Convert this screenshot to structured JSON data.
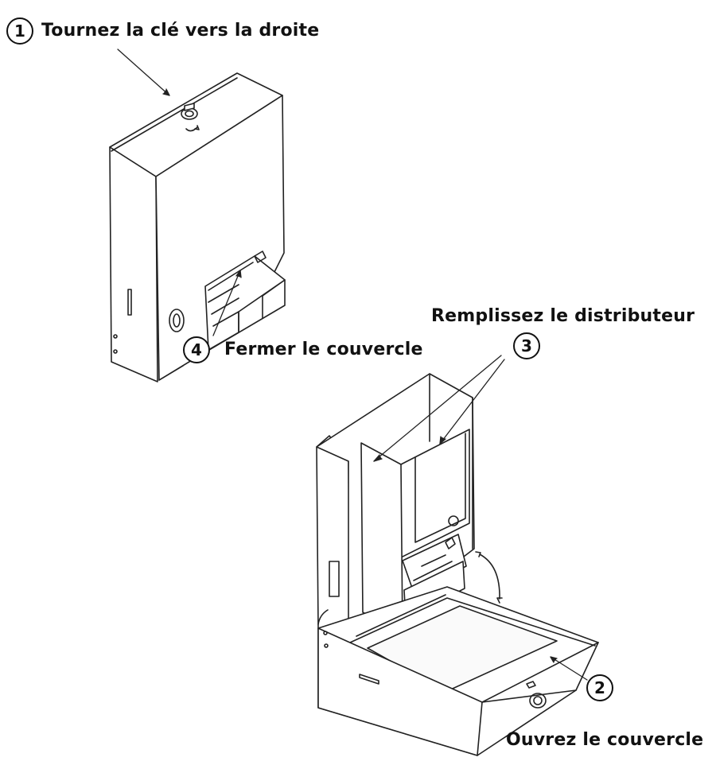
{
  "steps": [
    {
      "number": "1",
      "text": "Tournez la clé vers la droite"
    },
    {
      "number": "2",
      "text": "Ouvrez le couvercle"
    },
    {
      "number": "3",
      "text": "Remplissez le distributeur"
    },
    {
      "number": "4",
      "text": "Fermer le couvercle"
    }
  ],
  "colors": {
    "line": "#222222",
    "fill": "#ffffff",
    "text": "#111111"
  }
}
